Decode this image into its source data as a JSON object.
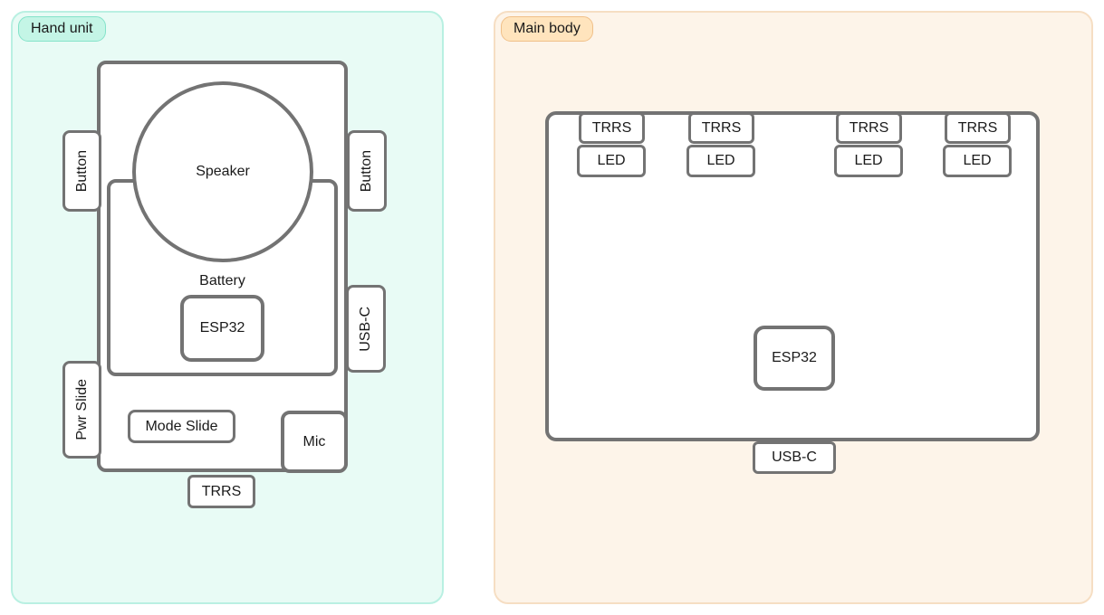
{
  "diagram": {
    "hand_unit": {
      "badge": "Hand unit",
      "speaker_label": "Speaker",
      "battery_label": "Battery",
      "esp32_label": "ESP32",
      "mode_slide_label": "Mode Slide",
      "mic_label": "Mic",
      "trrs_label": "TRRS",
      "button_left_label": "Button",
      "button_right_label": "Button",
      "usb_c_label": "USB-C",
      "pwr_slide_label": "Pwr Slide"
    },
    "main_body": {
      "badge": "Main body",
      "ports": [
        {
          "jack": "TRRS",
          "led": "LED"
        },
        {
          "jack": "TRRS",
          "led": "LED"
        },
        {
          "jack": "TRRS",
          "led": "LED"
        },
        {
          "jack": "TRRS",
          "led": "LED"
        }
      ],
      "esp32_label": "ESP32",
      "usb_c_label": "USB-C"
    }
  },
  "colors": {
    "stroke": "#737373",
    "text": "#1a1a1a",
    "hand_unit_bg": "#e8fbf5",
    "hand_unit_border": "#b9f0e2",
    "hand_unit_badge_bg": "#c4f5e6",
    "hand_unit_badge_border": "#84e3ca",
    "main_body_bg": "#fdf4e9",
    "main_body_border": "#f6dec3",
    "main_body_badge_bg": "#ffe4bd",
    "main_body_badge_border": "#f0c089"
  }
}
